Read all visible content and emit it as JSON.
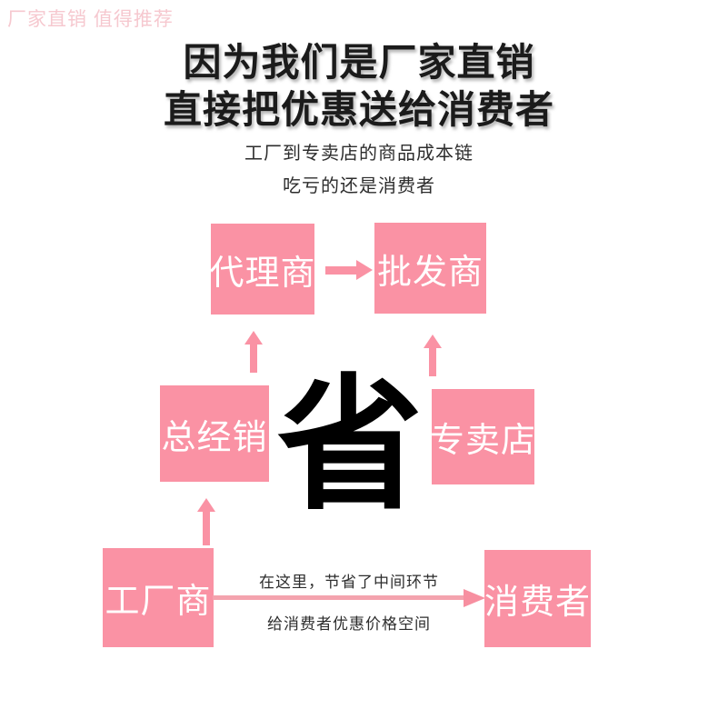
{
  "watermark": {
    "text": "厂家直销 值得推荐",
    "color": "#f6c8cf"
  },
  "headline": {
    "line1": "因为我们是厂家直销",
    "line2": "直接把优惠送给消费者"
  },
  "subheading": {
    "line1": "工厂到专卖店的商品成本链",
    "line2": "吃亏的还是消费者"
  },
  "diagram": {
    "accent_color": "#fa92a4",
    "arrow_color": "#f4a3ae",
    "center_glyph": "省",
    "nodes": {
      "agent": "代理商",
      "wholesaler": "批发商",
      "general_distributor": "总经销",
      "specialty_store": "专卖店",
      "factory": "工厂商",
      "consumer": "消费者"
    },
    "arrow_captions": {
      "top": "在这里，节省了中间环节",
      "bottom": "给消费者优惠价格空间"
    }
  }
}
